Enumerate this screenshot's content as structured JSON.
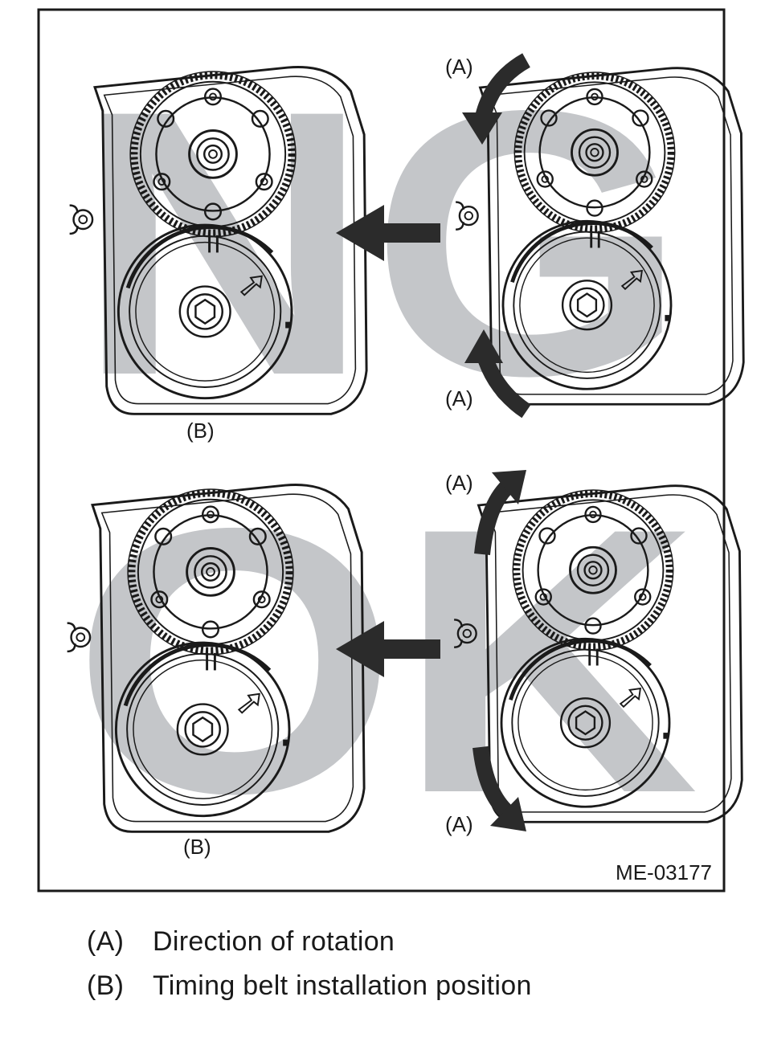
{
  "figure_id": "ME-03177",
  "watermarks": {
    "top": "NG",
    "bottom": "OK"
  },
  "labels": {
    "a": "(A)",
    "b": "(B)"
  },
  "legend": [
    {
      "key": "(A)",
      "text": "Direction of rotation"
    },
    {
      "key": "(B)",
      "text": "Timing belt installation position"
    }
  ],
  "colors": {
    "ink": "#1a1a1a",
    "watermark": "#c4c6c9",
    "arrow": "#2b2b2b"
  }
}
